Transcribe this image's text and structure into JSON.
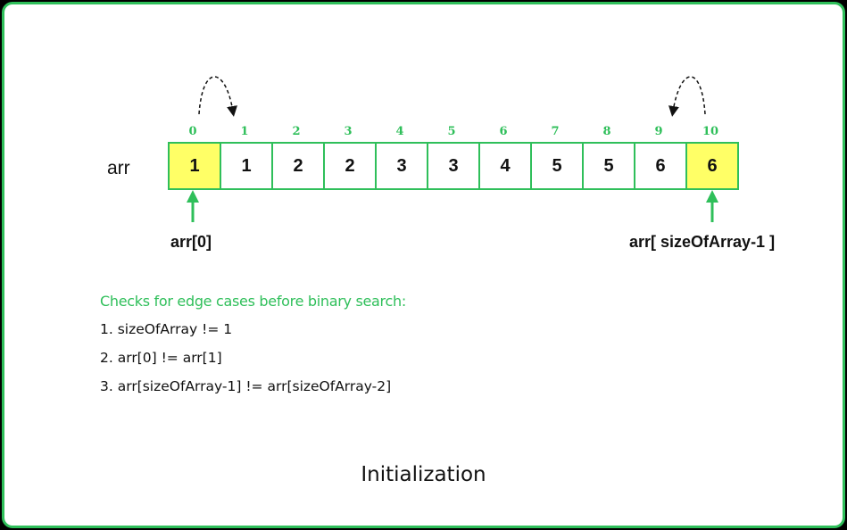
{
  "array": {
    "name": "arr",
    "indices": [
      "0",
      "1",
      "2",
      "3",
      "4",
      "5",
      "6",
      "7",
      "8",
      "9",
      "10"
    ],
    "values": [
      "1",
      "1",
      "2",
      "2",
      "3",
      "3",
      "4",
      "5",
      "5",
      "6",
      "6"
    ],
    "highlighted_indices": [
      0,
      10
    ]
  },
  "pointers": {
    "left_label": "arr[0]",
    "right_label": "arr[ sizeOfArray-1 ]"
  },
  "checks": {
    "title": "Checks for edge cases before binary search:",
    "items": [
      "1. sizeOfArray != 1",
      "2. arr[0] != arr[1]",
      "3. arr[sizeOfArray-1] != arr[sizeOfArray-2]"
    ]
  },
  "caption": "Initialization",
  "colors": {
    "accent": "#2fbf5a",
    "highlight": "#ffff66",
    "text": "#111111"
  }
}
